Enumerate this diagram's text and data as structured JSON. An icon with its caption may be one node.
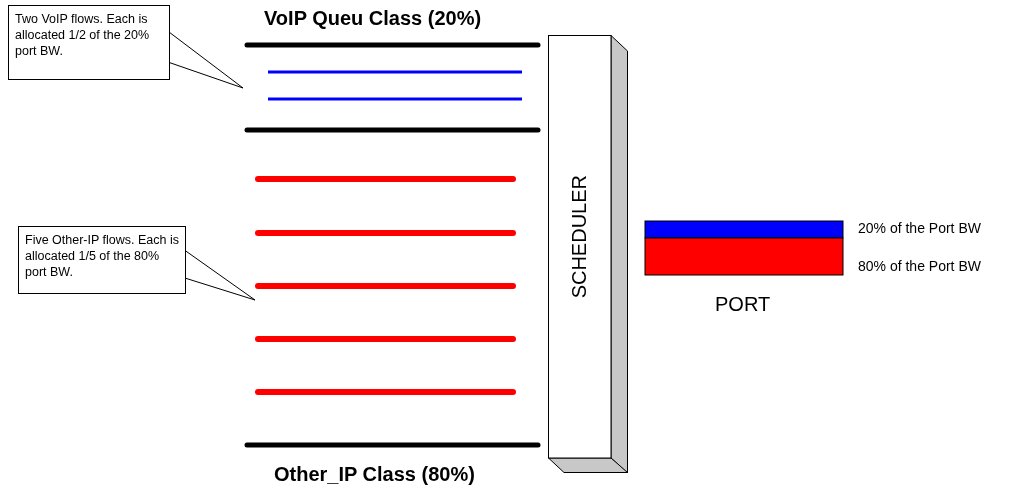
{
  "diagram": {
    "nodes": [
      {
        "text": [
          "Two VoIP flows. Each is allocated 1/2 of the 20% port BW."
        ]
      },
      {
        "text": [
          "Five Other-IP flows. Each is allocated 1/5 of the 80% port BW."
        ]
      },
      {
        "text": [
          "SCHEDULER"
        ]
      }
    ],
    "edges": [
      {
        "from": 0,
        "to": null,
        "arrow": "none"
      },
      {
        "from": 1,
        "to": null,
        "arrow": "none"
      }
    ],
    "labels": [
      "VoIP Queu Class (20%)",
      "20% of the Port BW",
      "80% of the Port BW",
      "PORT",
      "Other_IP Class (80%)"
    ]
  }
}
